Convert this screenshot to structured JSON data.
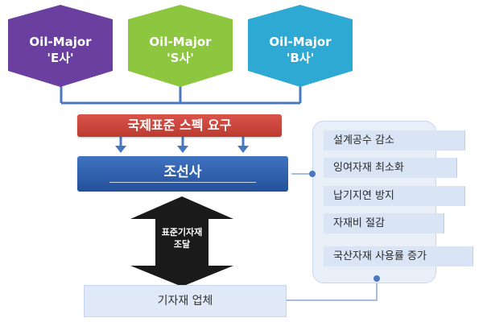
{
  "oil_majors": [
    {
      "name": "Oil-Major",
      "company": "'E사'",
      "color": "#6b3fa0"
    },
    {
      "name": "Oil-Major",
      "company": "'S사'",
      "color": "#8dc63f"
    },
    {
      "name": "Oil-Major",
      "company": "'B사'",
      "color": "#2ea9d4"
    }
  ],
  "requirement": "국제표준 스펙 요구",
  "shipyard": "조선사",
  "procurement": {
    "line1": "표준기자재",
    "line2": "조달"
  },
  "vendor": "기자재 업체",
  "benefits": [
    "설계공수 감소",
    "잉여자재 최소화",
    "납기지연 방지",
    "자재비 절감",
    "국산자재 사용률 증가"
  ]
}
